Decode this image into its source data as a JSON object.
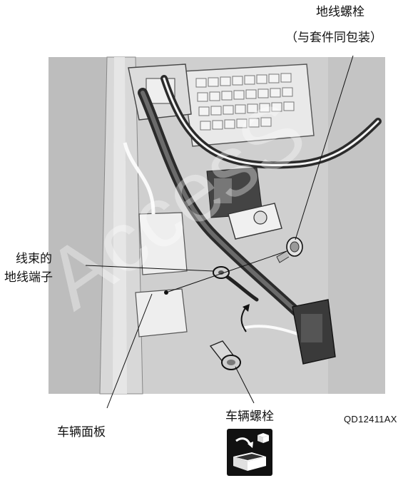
{
  "labels": {
    "ground_bolt_line1": "地线螺栓",
    "ground_bolt_line2": "（与套件同包装）",
    "harness_ground_line1": "线束的",
    "harness_ground_line2": "地线端子",
    "vehicle_panel": "车辆面板",
    "vehicle_bolt": "车辆螺栓",
    "figure_code": "QD12411AX"
  },
  "watermark": "AccesS",
  "colors": {
    "illustration_bg": "#c9c9c9",
    "line": "#1a1a1a",
    "watermark": "#f2f2f2"
  },
  "icons": {
    "installation_box_icon": "box-install-icon"
  }
}
